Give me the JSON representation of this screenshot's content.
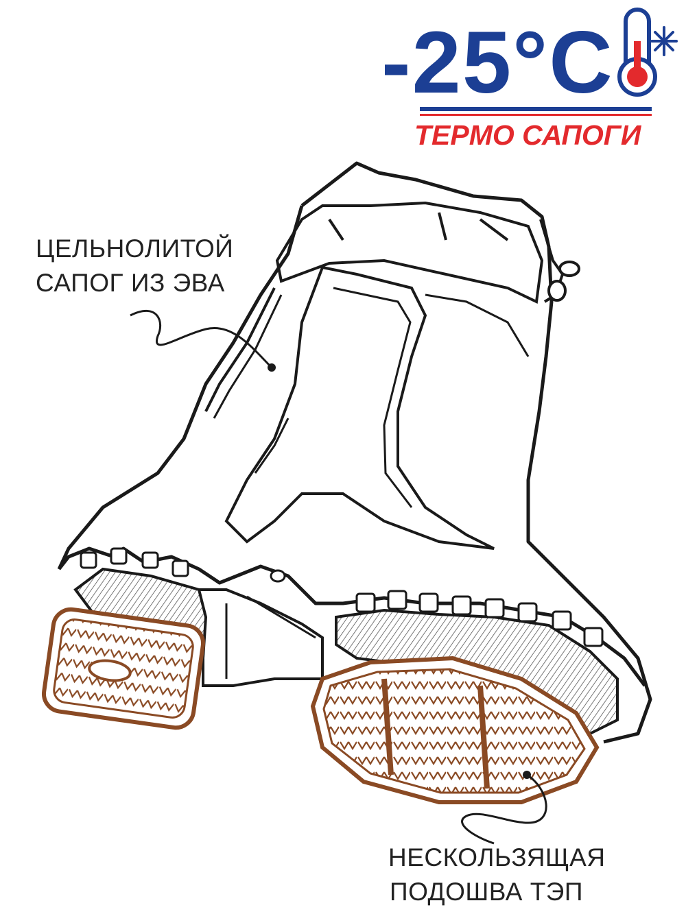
{
  "badge": {
    "temperature": "-25°C",
    "subtitle": "ТЕРМО САПОГИ",
    "icon": "thermometer-snowflake-icon",
    "colors": {
      "blue": "#1c3f94",
      "red": "#e32a2d"
    }
  },
  "callouts": [
    {
      "lines": [
        "ЦЕЛЬНОЛИТОЙ",
        "САПОГ ИЗ ЭВА"
      ]
    },
    {
      "lines": [
        "НЕСКОЛЬЗЯЩАЯ",
        "ПОДОШВА ТЭП"
      ]
    }
  ],
  "illustration": {
    "subject": "boot-sole-illustration",
    "outline_color": "#1a1a1a",
    "sole_pad_color": "#8a4a24"
  }
}
